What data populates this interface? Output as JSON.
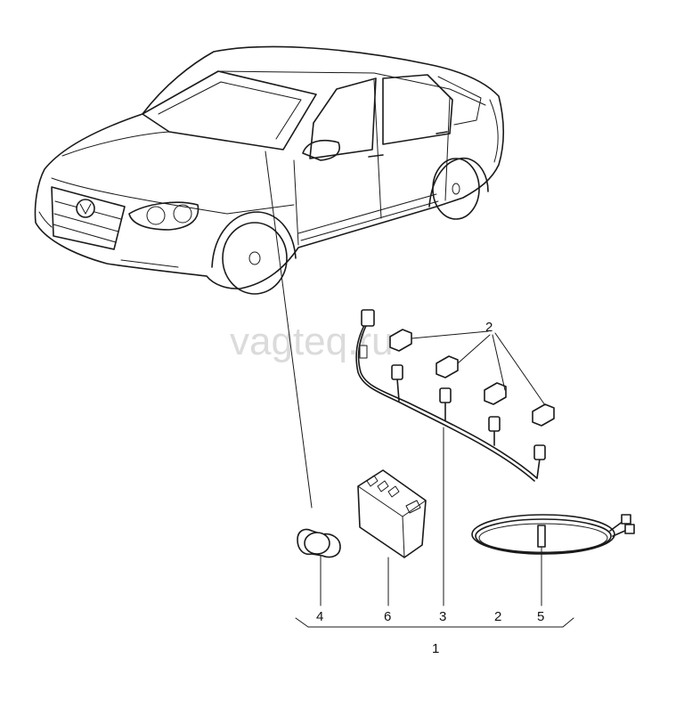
{
  "watermark": "vagteq.ru",
  "callouts": {
    "c1": "1",
    "c2_top": "2",
    "c2_bottom": "2",
    "c3": "3",
    "c4": "4",
    "c5": "5",
    "c6": "6"
  }
}
